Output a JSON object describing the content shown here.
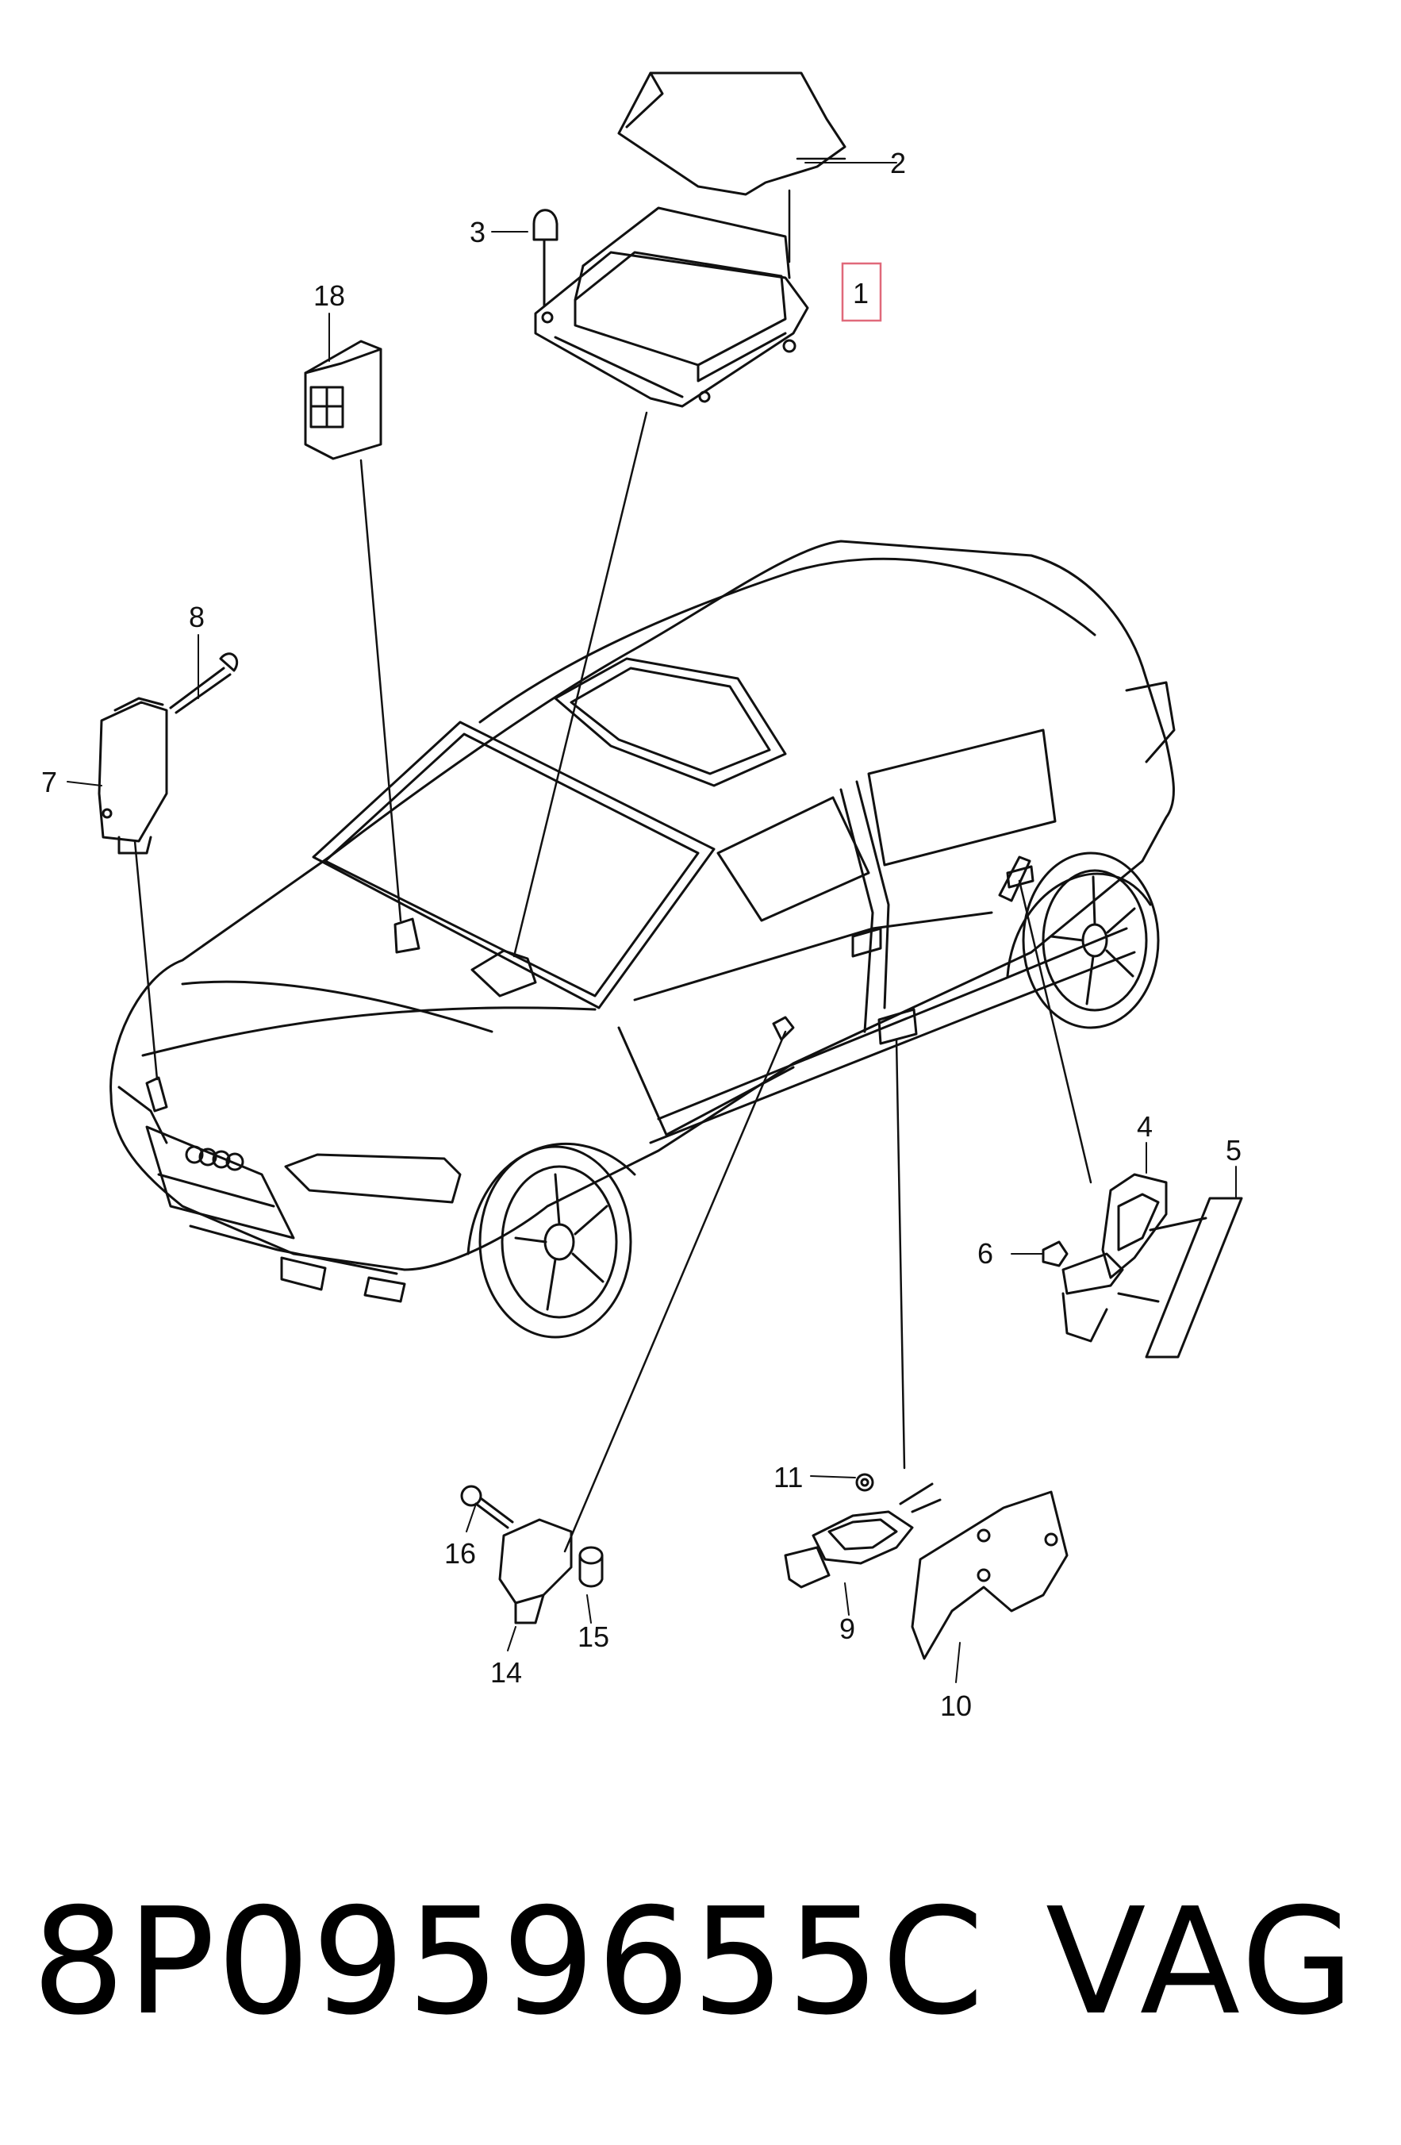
{
  "callouts": {
    "c1": "1",
    "c2": "2",
    "c3": "3",
    "c4": "4",
    "c5": "5",
    "c6": "6",
    "c7": "7",
    "c8": "8",
    "c9": "9",
    "c10": "10",
    "c11": "11",
    "c14": "14",
    "c15": "15",
    "c16": "16",
    "c18": "18"
  },
  "footer": {
    "part_number": "8P0959655C",
    "brand": "VAG"
  },
  "colors": {
    "line": "#111111",
    "highlight_box": "#e0697a"
  }
}
